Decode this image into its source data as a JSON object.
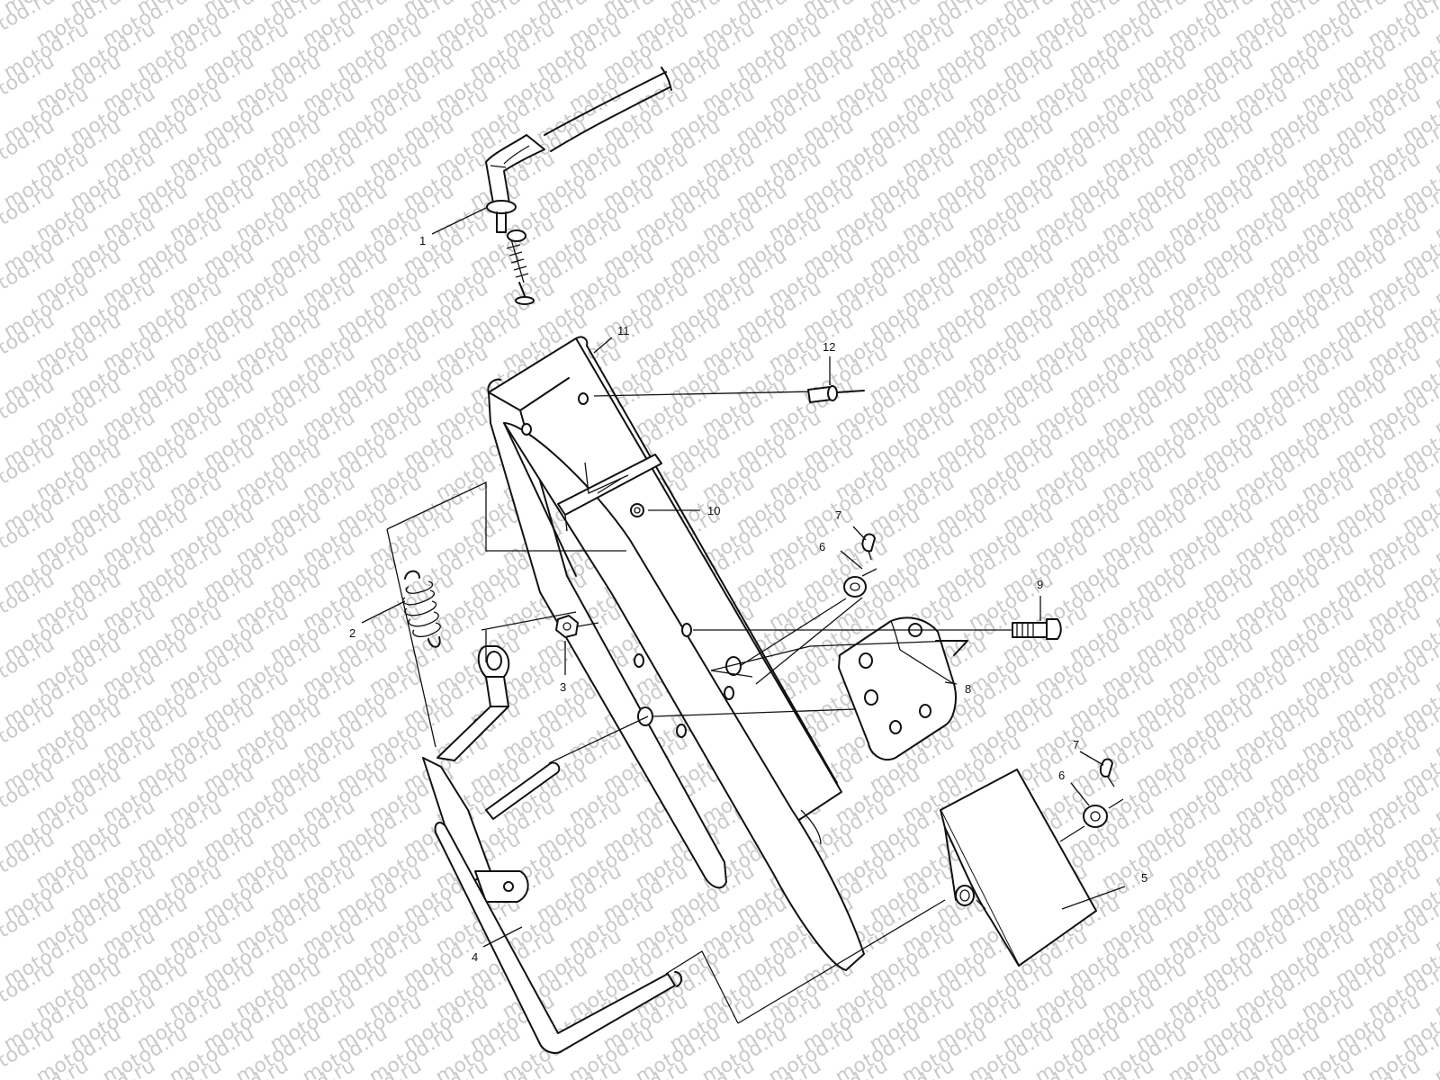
{
  "watermark": "motod.ru",
  "callouts": [
    {
      "id": "1",
      "text": "1"
    },
    {
      "id": "2",
      "text": "2"
    },
    {
      "id": "3",
      "text": "3"
    },
    {
      "id": "4",
      "text": "4"
    },
    {
      "id": "5",
      "text": "5"
    },
    {
      "id": "6a",
      "text": "6"
    },
    {
      "id": "6b",
      "text": "6"
    },
    {
      "id": "7a",
      "text": "7"
    },
    {
      "id": "7b",
      "text": "7"
    },
    {
      "id": "8",
      "text": "8"
    },
    {
      "id": "9",
      "text": "9"
    },
    {
      "id": "10",
      "text": "10"
    },
    {
      "id": "11",
      "text": "11"
    },
    {
      "id": "12",
      "text": "12"
    }
  ]
}
